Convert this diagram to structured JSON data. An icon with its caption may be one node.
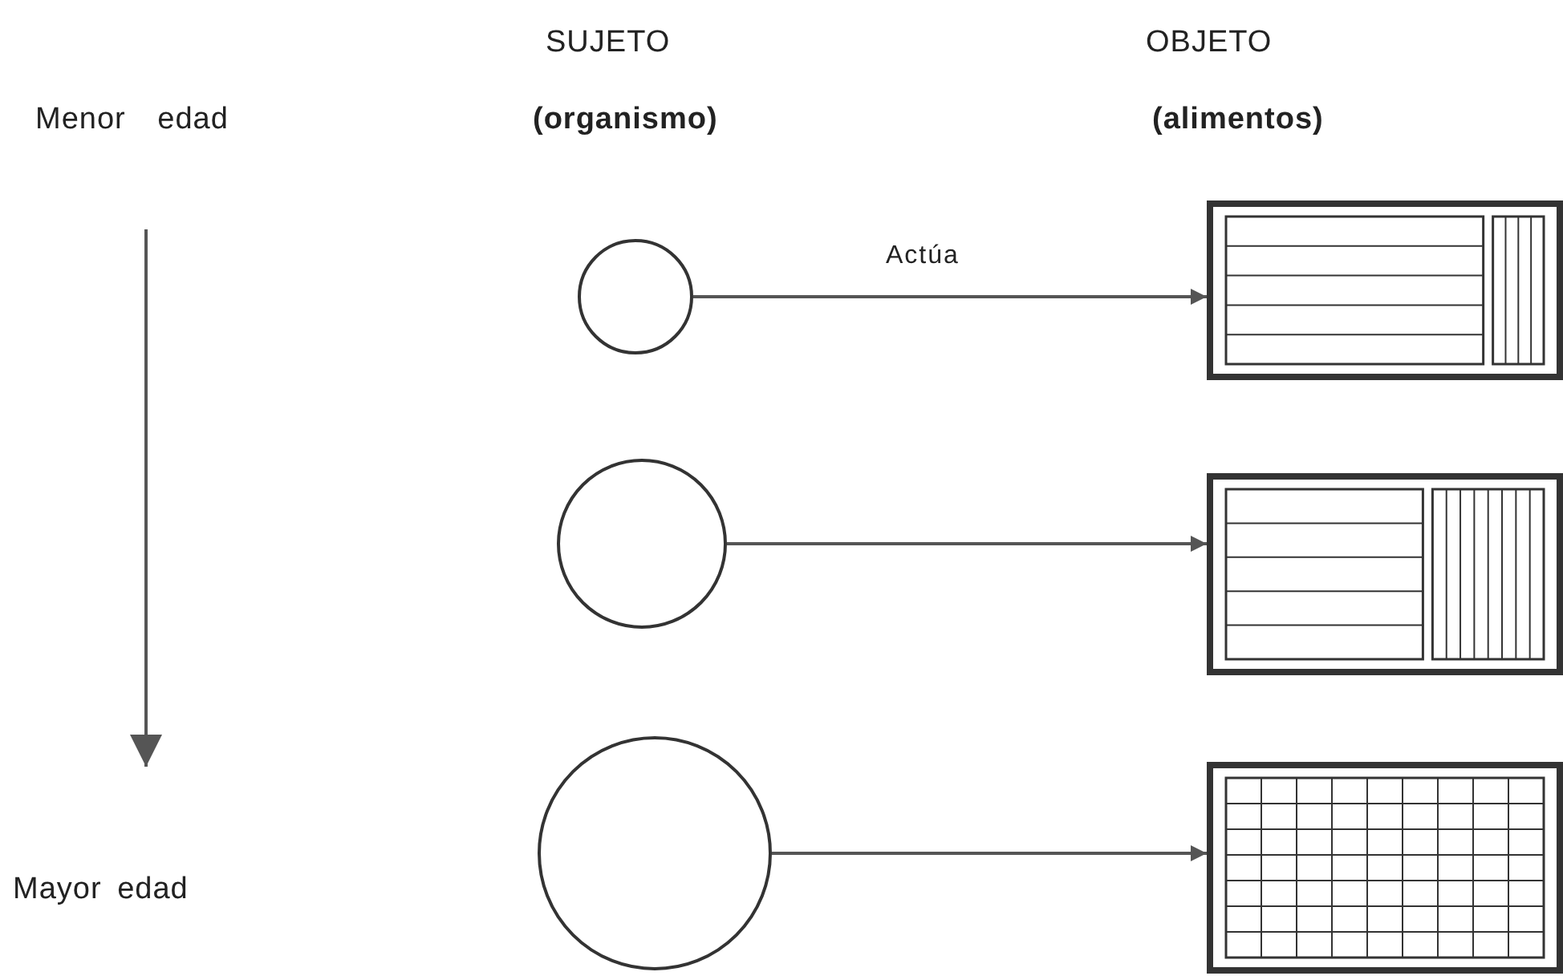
{
  "diagram": {
    "nodes": [
      {
        "text": [],
        "shape": "circle"
      },
      {
        "text": [],
        "shape": "box"
      },
      {
        "text": [],
        "shape": "circle"
      },
      {
        "text": [],
        "shape": "box"
      },
      {
        "text": [],
        "shape": "circle"
      },
      {
        "text": [],
        "shape": "box"
      }
    ],
    "edges": [
      {
        "from": 0,
        "to": 1,
        "arrow": "to",
        "label": "Actúa"
      },
      {
        "from": 2,
        "to": 3,
        "arrow": "to"
      },
      {
        "from": 4,
        "to": 5,
        "arrow": "to"
      }
    ],
    "labels": [
      "SUJETO",
      "OBJETO",
      "Menor edad",
      "(organismo)",
      "(alimentos)",
      "Mayor edad"
    ]
  }
}
